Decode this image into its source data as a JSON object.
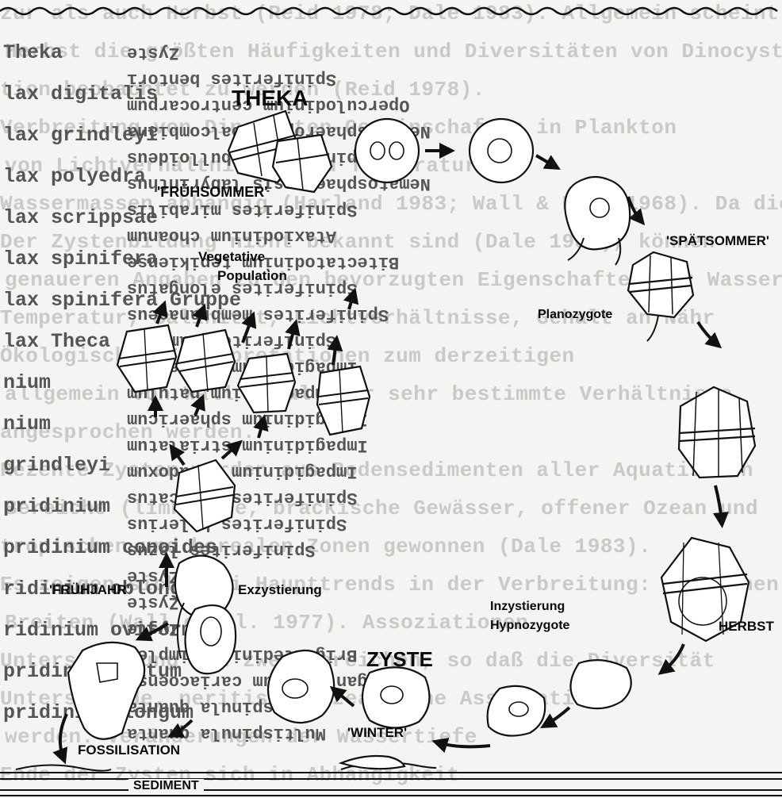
{
  "labels": {
    "theka": "THEKA",
    "fruehsommer": "'FRÜHSOMMER'",
    "vegetative": "Vegetative",
    "population": "Population",
    "spaetsommer": "'SPÄTSOMMER'",
    "planozygote": "Planozygote",
    "fruehjahr": "'FRÜHJAHR'",
    "exzystierung": "Exzystierung",
    "inzystierung": "Inzystierung",
    "hypnozygote": "Hypnozygote",
    "herbst": "HERBST",
    "zyste": "ZYSTE",
    "winter": "'WINTER'",
    "fossilisation": "FOSSILISATION",
    "sediment": "SEDIMENT"
  },
  "background_text": [
    "zur als auch Herbst (Reid 1978; Dale 1983). Allgemein scheint",
    "Herbst die größten Häufigkeiten und Diversitäten von Dinocysten",
    "tion beobachtet zu werden (Reid 1978).",
    "Verbreitung von Dinocysten-Gemeinschaften in Plankton",
    "von Lichtverhältnissen und Temperaturen",
    "Wassermassen abhängig (Harland 1983; Wall & Dale 1968). Da die",
    "Der Zystenbildung nicht bekannt sind (Dale 1983), können",
    "genaueren Angaben zu den bevorzugten Eigenschaften der Wasser",
    "Temperatur, Salinität, Lichtverhältnisse, Gehalt an Nähr",
    "Ökologischen Interpretationen zum derzeitigen",
    "allgemein von Wall et al. nur sehr bestimmte Verhältnisse",
    "angesprochen werden.",
    "Rezente Zysten wurden aus Bodensedimenten aller Aquatischen",
    "Bereiche (limnische, brackische Gewässer, offener Ozean und",
    "tropischen und borealen Zonen gewonnen (Dale 1983).",
    "Es zeigen sich zwei Haupttrends in der Verbreitung: Zum einen",
    "Breiten (Wall et al. 1977). Assoziationen",
    "Unterscheidung von zwei Bereichen, so daß die Diversität",
    "Unterschiede, neritische/ozeanische Assoziation",
    "werden. Veränderungen der Wassertiefe",
    "Ende der Zysten sich in Abhängigkeit"
  ],
  "foreground_text": {
    "left_col": [
      "Theka",
      "lax digitalis",
      "lax grindleyi",
      "lax polyedra",
      "lax scrippsae",
      "lax spinifera",
      "lax spinifera Gruppe",
      "lax Theca",
      "nium",
      "nium",
      "grindleyi",
      "pridinium",
      "pridinium conoides",
      "ridinium oblongum",
      "ridinium oviforme",
      "pridinium latum",
      "pridinium longum"
    ],
    "right_col": [
      "Zyste",
      "Spiniferites bentori",
      "Operculodinium centrocarpum",
      "Nematosphaeropsis balcombiana",
      "Spiniferites bulloideus",
      "Nematosphaeropsis labyrinthus",
      "Spiniferites mirabilis",
      "Ataxiodinium choanum",
      "Bitectatodinium tepikiense",
      "Spiniferites elongatus",
      "Spiniferites membranaceus",
      "Spiniferites ramosus",
      "Impagidinium aculeatum",
      "Impagidinium patulum",
      "Impagidinium sphaericum",
      "Impagidinium strialatum",
      "Impagidinium paradoxum",
      "Spiniferites delicatus",
      "Spiniferites belerius",
      "Spiniferites lazus",
      "Zyste",
      "Zyste",
      "Zyste",
      "Brigantedinium simplex",
      "Brigantedinium cariacoense",
      "Multispinula quanta",
      "Multispinula quanta"
    ]
  }
}
